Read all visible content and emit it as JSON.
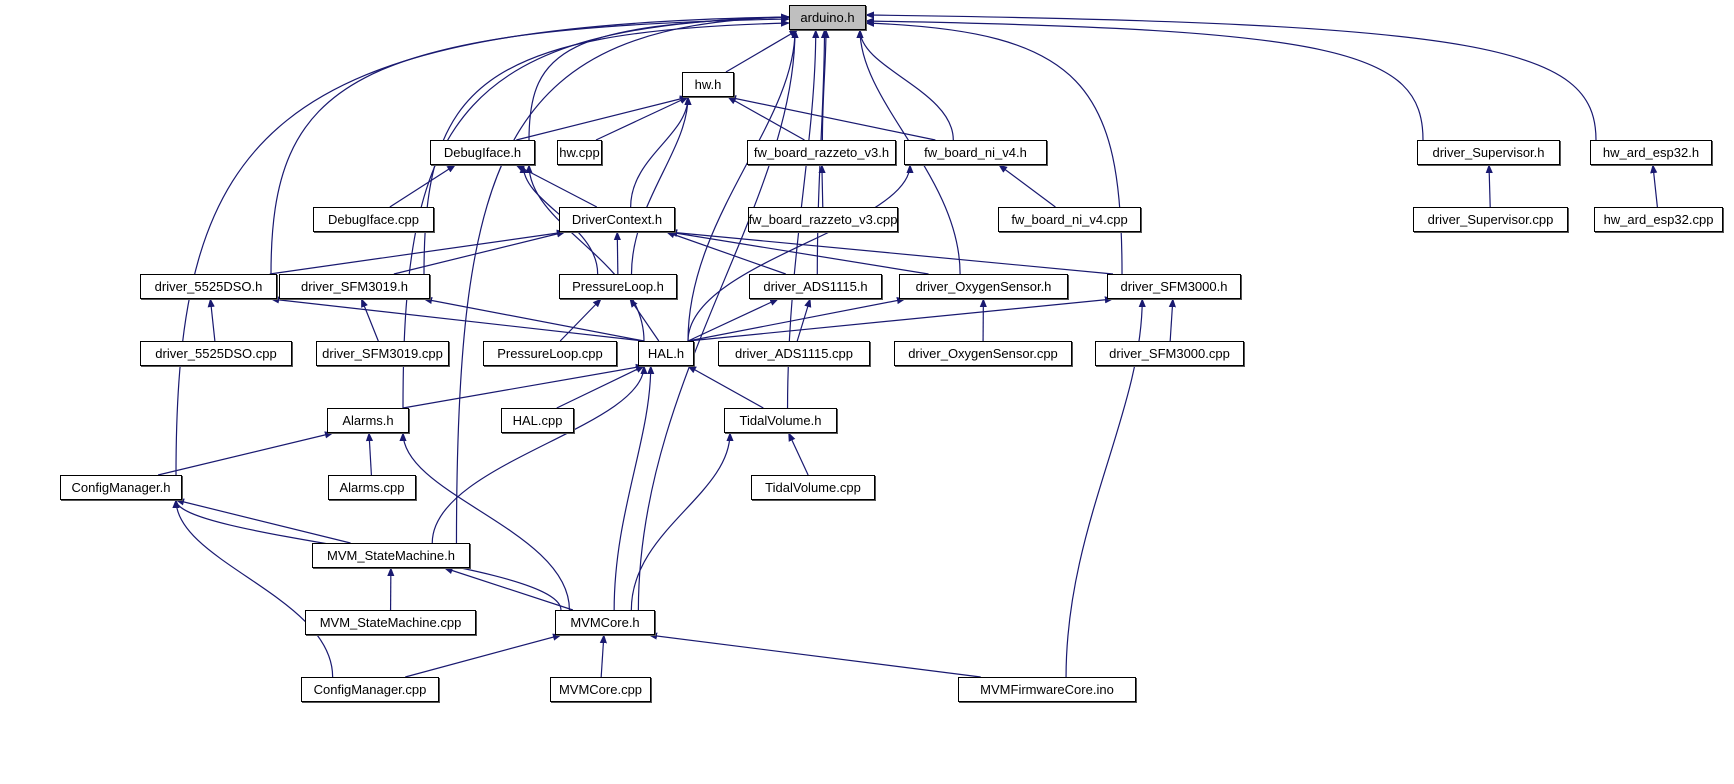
{
  "graph": {
    "root": "arduino",
    "colors": {
      "edge": "#191970",
      "root_fill": "#bfbfbf",
      "node_fill": "#ffffff",
      "border": "#000000"
    },
    "nodes": {
      "arduino": "arduino.h",
      "hw_h": "hw.h",
      "debugiface_h": "DebugIface.h",
      "hw_cpp": "hw.cpp",
      "razzeto_h": "fw_board_razzeto_v3.h",
      "ni_v4_h": "fw_board_ni_v4.h",
      "supervisor_h": "driver_Supervisor.h",
      "esp32_h": "hw_ard_esp32.h",
      "debugiface_cpp": "DebugIface.cpp",
      "drivercontext_h": "DriverContext.h",
      "razzeto_cpp": "fw_board_razzeto_v3.cpp",
      "ni_v4_cpp": "fw_board_ni_v4.cpp",
      "supervisor_cpp": "driver_Supervisor.cpp",
      "esp32_cpp": "hw_ard_esp32.cpp",
      "dso_h": "driver_5525DSO.h",
      "sfm3019_h": "driver_SFM3019.h",
      "pressureloop_h": "PressureLoop.h",
      "ads1115_h": "driver_ADS1115.h",
      "oxygen_h": "driver_OxygenSensor.h",
      "sfm3000_h": "driver_SFM3000.h",
      "dso_cpp": "driver_5525DSO.cpp",
      "sfm3019_cpp": "driver_SFM3019.cpp",
      "pressureloop_cpp": "PressureLoop.cpp",
      "hal_h": "HAL.h",
      "ads1115_cpp": "driver_ADS1115.cpp",
      "oxygen_cpp": "driver_OxygenSensor.cpp",
      "sfm3000_cpp": "driver_SFM3000.cpp",
      "alarms_h": "Alarms.h",
      "hal_cpp": "HAL.cpp",
      "tidal_h": "TidalVolume.h",
      "config_h": "ConfigManager.h",
      "alarms_cpp": "Alarms.cpp",
      "tidal_cpp": "TidalVolume.cpp",
      "statemachine_h": "MVM_StateMachine.h",
      "statemachine_cpp": "MVM_StateMachine.cpp",
      "mvmcore_h": "MVMCore.h",
      "config_cpp": "ConfigManager.cpp",
      "mvmcore_cpp": "MVMCore.cpp",
      "firmware_ino": "MVMFirmwareCore.ino"
    },
    "edges": [
      [
        "hw_h",
        "arduino"
      ],
      [
        "debugiface_h",
        "arduino"
      ],
      [
        "debugiface_h",
        "hw_h"
      ],
      [
        "hw_cpp",
        "hw_h"
      ],
      [
        "razzeto_h",
        "arduino"
      ],
      [
        "razzeto_h",
        "hw_h"
      ],
      [
        "ni_v4_h",
        "arduino"
      ],
      [
        "ni_v4_h",
        "hw_h"
      ],
      [
        "supervisor_h",
        "arduino"
      ],
      [
        "supervisor_cpp",
        "supervisor_h"
      ],
      [
        "esp32_h",
        "arduino"
      ],
      [
        "esp32_cpp",
        "esp32_h"
      ],
      [
        "debugiface_cpp",
        "debugiface_h"
      ],
      [
        "drivercontext_h",
        "debugiface_h"
      ],
      [
        "drivercontext_h",
        "hw_h"
      ],
      [
        "razzeto_cpp",
        "razzeto_h"
      ],
      [
        "ni_v4_cpp",
        "ni_v4_h"
      ],
      [
        "dso_h",
        "arduino"
      ],
      [
        "dso_h",
        "drivercontext_h"
      ],
      [
        "sfm3019_h",
        "arduino"
      ],
      [
        "sfm3019_h",
        "drivercontext_h"
      ],
      [
        "pressureloop_h",
        "drivercontext_h"
      ],
      [
        "pressureloop_h",
        "debugiface_h"
      ],
      [
        "pressureloop_h",
        "hw_h"
      ],
      [
        "ads1115_h",
        "drivercontext_h"
      ],
      [
        "ads1115_h",
        "arduino"
      ],
      [
        "oxygen_h",
        "drivercontext_h"
      ],
      [
        "oxygen_h",
        "arduino"
      ],
      [
        "sfm3000_h",
        "drivercontext_h"
      ],
      [
        "sfm3000_h",
        "arduino"
      ],
      [
        "dso_cpp",
        "dso_h"
      ],
      [
        "sfm3019_cpp",
        "sfm3019_h"
      ],
      [
        "pressureloop_cpp",
        "pressureloop_h"
      ],
      [
        "hal_h",
        "arduino"
      ],
      [
        "hal_h",
        "debugiface_h"
      ],
      [
        "hal_h",
        "dso_h"
      ],
      [
        "hal_h",
        "sfm3019_h"
      ],
      [
        "hal_h",
        "pressureloop_h"
      ],
      [
        "hal_h",
        "ads1115_h"
      ],
      [
        "hal_h",
        "oxygen_h"
      ],
      [
        "hal_h",
        "sfm3000_h"
      ],
      [
        "hal_h",
        "ni_v4_h"
      ],
      [
        "ads1115_cpp",
        "ads1115_h"
      ],
      [
        "oxygen_cpp",
        "oxygen_h"
      ],
      [
        "sfm3000_cpp",
        "sfm3000_h"
      ],
      [
        "alarms_h",
        "hal_h"
      ],
      [
        "alarms_h",
        "arduino"
      ],
      [
        "hal_cpp",
        "hal_h"
      ],
      [
        "tidal_h",
        "hal_h"
      ],
      [
        "tidal_h",
        "arduino"
      ],
      [
        "config_h",
        "alarms_h"
      ],
      [
        "config_h",
        "arduino"
      ],
      [
        "alarms_cpp",
        "alarms_h"
      ],
      [
        "tidal_cpp",
        "tidal_h"
      ],
      [
        "statemachine_h",
        "config_h"
      ],
      [
        "statemachine_h",
        "hal_h"
      ],
      [
        "statemachine_h",
        "arduino"
      ],
      [
        "statemachine_cpp",
        "statemachine_h"
      ],
      [
        "mvmcore_h",
        "statemachine_h"
      ],
      [
        "mvmcore_h",
        "alarms_h"
      ],
      [
        "mvmcore_h",
        "hal_h"
      ],
      [
        "mvmcore_h",
        "tidal_h"
      ],
      [
        "mvmcore_h",
        "config_h"
      ],
      [
        "mvmcore_h",
        "arduino"
      ],
      [
        "config_cpp",
        "mvmcore_h"
      ],
      [
        "config_cpp",
        "config_h"
      ],
      [
        "mvmcore_cpp",
        "mvmcore_h"
      ],
      [
        "firmware_ino",
        "mvmcore_h"
      ],
      [
        "firmware_ino",
        "sfm3000_h"
      ]
    ]
  }
}
